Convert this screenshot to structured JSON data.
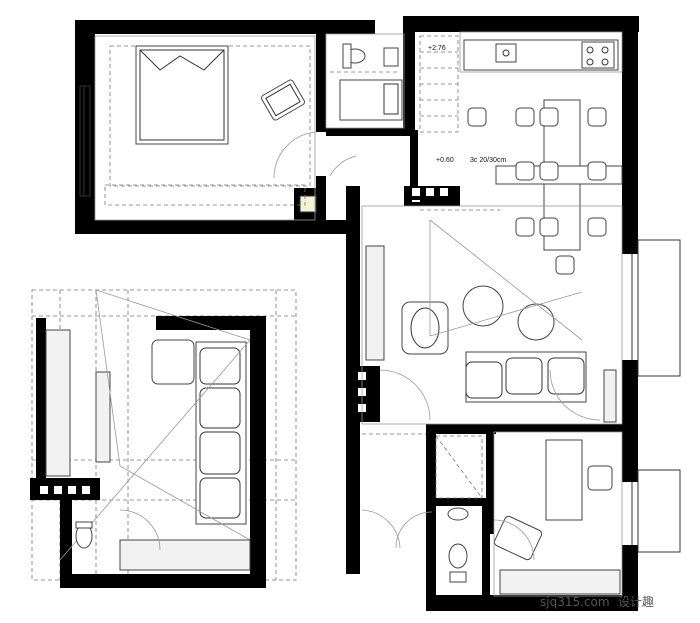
{
  "labels": {
    "level_kitchen": "+2.76",
    "level_dining": "+0.60",
    "stair_note": "3c 20/30cm",
    "watermark_site": "sjq315.com",
    "watermark_brand": "设计趣"
  },
  "colors": {
    "wall": "#000000",
    "line": "#333333",
    "dashed": "#777777",
    "furniture_fill": "#f2f2f2"
  }
}
